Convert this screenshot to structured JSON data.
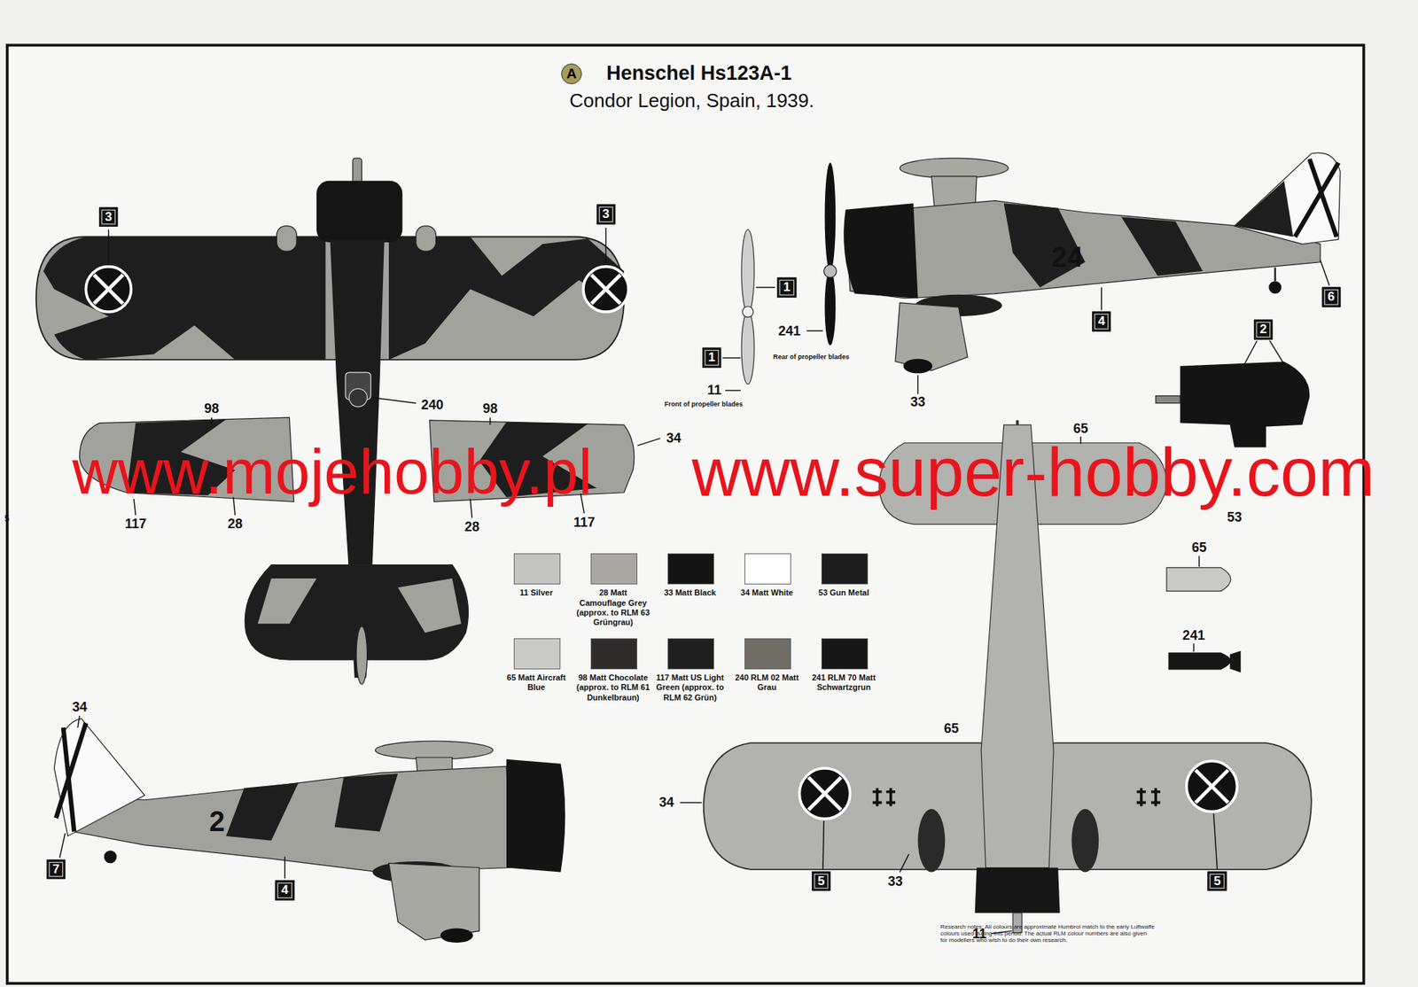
{
  "diagram": {
    "title": "Henschel Hs123A-1",
    "caption": "Condor Legion, Spain, 1939.",
    "nodes": [
      {
        "text": [
          "A"
        ]
      },
      {
        "text": [
          "3"
        ]
      },
      {
        "text": [
          "3"
        ]
      },
      {
        "text": [
          "1"
        ]
      },
      {
        "text": [
          "6"
        ]
      },
      {
        "text": [
          "4"
        ]
      },
      {
        "text": [
          "2"
        ]
      },
      {
        "text": [
          "1"
        ]
      },
      {
        "text": [
          "7"
        ]
      },
      {
        "text": [
          "5"
        ]
      },
      {
        "text": [
          "5"
        ]
      },
      {
        "text": [
          "4"
        ]
      }
    ],
    "labels": [
      "240",
      "98",
      "98",
      "34",
      "117",
      "28",
      "28",
      "117",
      "241",
      "Rear of propeller blades",
      "11",
      "Front of propeller blades",
      "24",
      "33",
      "65",
      "53",
      "65",
      "241",
      "34",
      "65",
      "2",
      "34",
      "33",
      "11",
      "Research notes: All colours are approximate Humbrol match to the early Luftwaffe colours used during this period. The actual RLM colour numbers are also given for modellers who wish to do their own research.",
      "5",
      "www.mojehobby.pl",
      "www.super-hobby.com"
    ],
    "legend": [
      {
        "text": "11 Silver",
        "color": "#c3c3c1"
      },
      {
        "text": "28 Matt Camouflage Grey (approx. to RLM 63 Grüngrau)",
        "color": "#a9a8a3"
      },
      {
        "text": "33 Matt Black",
        "color": "#141414"
      },
      {
        "text": "34 Matt White",
        "color": "#ffffff"
      },
      {
        "text": "53 Gun Metal",
        "color": "#1d1d1d"
      },
      {
        "text": "65 Matt Aircraft Blue",
        "color": "#c9c9c7"
      },
      {
        "text": "98 Matt Chocolate (approx. to RLM 61 Dunkelbraun)",
        "color": "#2e2b2a"
      },
      {
        "text": "117 Matt US Light Green (approx. to RLM 62 Grün)",
        "color": "#1f1f1f"
      },
      {
        "text": "240 RLM 02 Matt Grau",
        "color": "#6f6d66"
      },
      {
        "text": "241 RLM 70 Matt Schwartzgrun",
        "color": "#161616"
      }
    ]
  }
}
